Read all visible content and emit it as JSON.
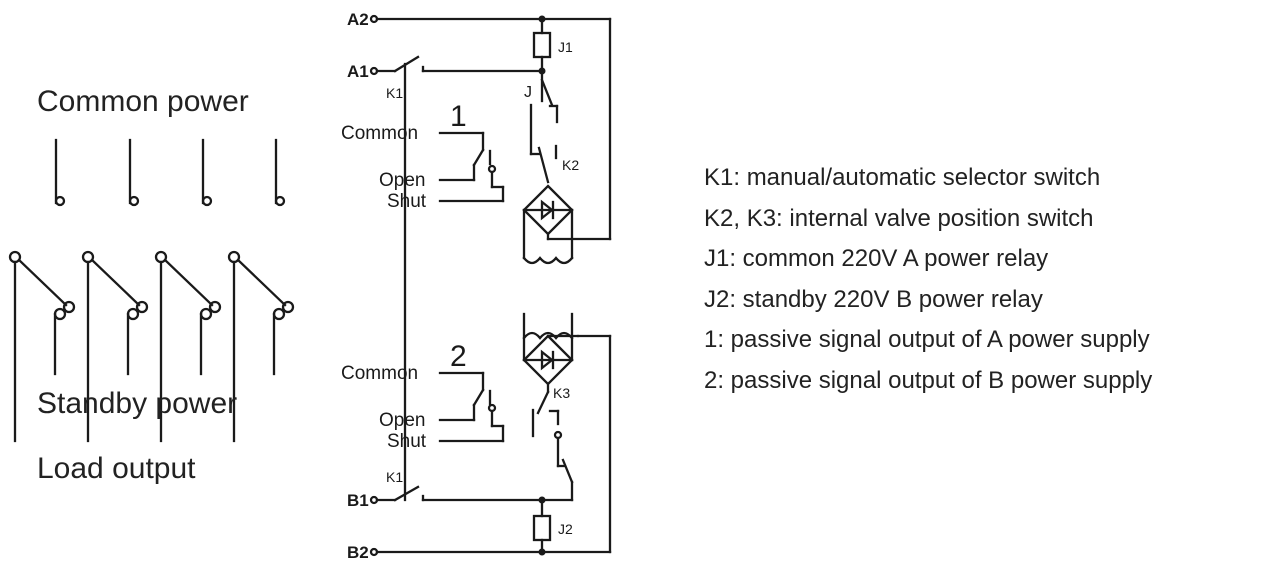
{
  "left_labels": {
    "common_power": "Common power",
    "standby_power": "Standby power",
    "load_output": "Load output"
  },
  "terminals": {
    "a2": "A2",
    "a1": "A1",
    "b1": "B1",
    "b2": "B2"
  },
  "components": {
    "k1_top": "K1",
    "k1_bottom": "K1",
    "j1": "J1",
    "j2": "J2",
    "j": "J",
    "k2": "K2",
    "k3": "K3"
  },
  "signal_outputs": [
    {
      "number": "1",
      "common": "Common",
      "open": "Open",
      "shut": "Shut"
    },
    {
      "number": "2",
      "common": "Common",
      "open": "Open",
      "shut": "Shut"
    }
  ],
  "legend": [
    "K1: manual/automatic selector switch",
    "K2, K3: internal valve position switch",
    "J1: common 220V A power relay",
    "J2: standby 220V B power relay",
    "1: passive signal output of A power supply",
    "2: passive signal output of B power supply"
  ]
}
